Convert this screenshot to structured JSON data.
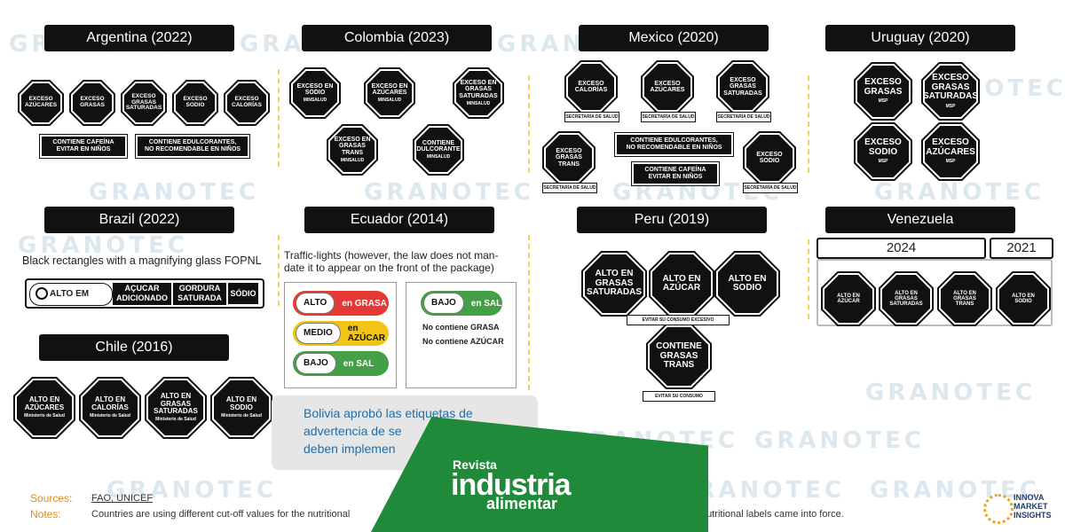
{
  "watermark": "GRANOTEC",
  "sections": {
    "argentina": {
      "title": "Argentina (2022)",
      "seals": [
        [
          "EXCESO",
          "AZÚCARES"
        ],
        [
          "EXCESO",
          "GRASAS"
        ],
        [
          "EXCESO",
          "GRASAS",
          "SATURADAS"
        ],
        [
          "EXCESO",
          "SODIO"
        ],
        [
          "EXCESO",
          "CALORÍAS"
        ]
      ],
      "notes": [
        [
          "CONTIENE CAFEÍNA",
          "EVITAR EN NIÑOS"
        ],
        [
          "CONTIENE EDULCORANTES,",
          "NO RECOMENDABLE EN NIÑOS"
        ]
      ]
    },
    "colombia": {
      "title": "Colombia (2023)",
      "seals": [
        [
          "EXCESO EN",
          "SODIO"
        ],
        [
          "EXCESO EN",
          "AZÚCARES"
        ],
        [
          "EXCESO EN",
          "GRASAS",
          "SATURADAS"
        ],
        [
          "EXCESO EN",
          "GRASAS",
          "TRANS"
        ],
        [
          "CONTIENE",
          "EDULCORANTES"
        ]
      ],
      "footer": "MINSALUD"
    },
    "mexico": {
      "title": "Mexico (2020)",
      "seals": [
        [
          "EXCESO",
          "CALORÍAS"
        ],
        [
          "EXCESO",
          "AZÚCARES"
        ],
        [
          "EXCESO",
          "GRASAS",
          "SATURADAS"
        ],
        [
          "EXCESO",
          "GRASAS",
          "TRANS"
        ],
        [
          "EXCESO",
          "SODIO"
        ]
      ],
      "notes": [
        [
          "CONTIENE EDULCORANTES,",
          "NO RECOMENDABLE EN NIÑOS"
        ],
        [
          "CONTIENE CAFEÍNA",
          "EVITAR EN NIÑOS"
        ]
      ],
      "footer": "SECRETARÍA DE SALUD"
    },
    "uruguay": {
      "title": "Uruguay (2020)",
      "seals": [
        [
          "EXCESO",
          "GRASAS"
        ],
        [
          "EXCESO",
          "GRASAS",
          "SATURADAS"
        ],
        [
          "EXCESO",
          "SODIO"
        ],
        [
          "EXCESO",
          "AZÚCARES"
        ]
      ],
      "footer": "MSP"
    },
    "brazil": {
      "title": "Brazil (2022)",
      "subtitle": "Black rectangles with a magnifying glass FOPNL",
      "label_alto": "ALTO EM",
      "label_items": [
        [
          "AÇUCAR",
          "ADICIONADO"
        ],
        [
          "GORDURA",
          "SATURADA"
        ],
        [
          "SÓDIO"
        ]
      ]
    },
    "ecuador": {
      "title": "Ecuador (2014)",
      "subtitle_1": "Traffic-lights (however, the law does not man-",
      "subtitle_2": "date it to appear on the front of the package)",
      "lights": [
        {
          "level": "ALTO",
          "text": "en GRASA",
          "color": "#e53935"
        },
        {
          "level": "MEDIO",
          "text": "en AZÚCAR",
          "color": "#f2c418"
        },
        {
          "level": "BAJO",
          "text": "en SAL",
          "color": "#43a047"
        }
      ],
      "second": {
        "level": "BAJO",
        "text": "en SAL",
        "color": "#43a047",
        "line1": "No contiene GRASA",
        "line2": "No contiene AZÚCAR"
      }
    },
    "peru": {
      "title": "Peru (2019)",
      "seals": [
        [
          "ALTO EN",
          "GRASAS",
          "SATURADAS"
        ],
        [
          "ALTO EN",
          "AZÚCAR"
        ],
        [
          "ALTO EN",
          "SODIO"
        ],
        [
          "CONTIENE",
          "GRASAS",
          "TRANS"
        ]
      ],
      "bar1": "EVITAR SU CONSUMO EXCESIVO",
      "bar2": "EVITAR SU CONSUMO"
    },
    "venezuela": {
      "title": "Venezuela",
      "tab_2024": "2024",
      "tab_2021": "2021",
      "seals": [
        [
          "ALTO EN",
          "AZÚCAR"
        ],
        [
          "ALTO EN",
          "GRASAS",
          "SATURADAS"
        ],
        [
          "ALTO EN",
          "GRASAS",
          "TRANS"
        ],
        [
          "ALTO EN",
          "SODIO"
        ]
      ]
    },
    "chile": {
      "title": "Chile (2016)",
      "seals": [
        [
          "ALTO EN",
          "AZÚCARES"
        ],
        [
          "ALTO EN",
          "CALORÍAS"
        ],
        [
          "ALTO EN",
          "GRASAS",
          "SATURADAS"
        ],
        [
          "ALTO EN",
          "SODIO"
        ]
      ],
      "footer": "Ministerio de Salud"
    }
  },
  "bolivia": {
    "line1": "Bolivia aprobó las etiquetas de",
    "line2": "advertencia de se",
    "line3": "deben implemen"
  },
  "sources_label": "Sources:",
  "sources_text": "FAO, UNICEF",
  "notes_label": "Notes:",
  "notes_text_left": "Countries are using different cut-off values for the nutritional",
  "notes_text_right": "nutritional labels came into force.",
  "revista": {
    "line1": "Revista",
    "line2": "industria",
    "line3": "alimentar",
    "color": "#1f8a3a"
  },
  "innova": {
    "line1": "INNOVA",
    "line2": "MARKET",
    "line3": "INSIGHTS",
    "color": "#f0a21c"
  }
}
